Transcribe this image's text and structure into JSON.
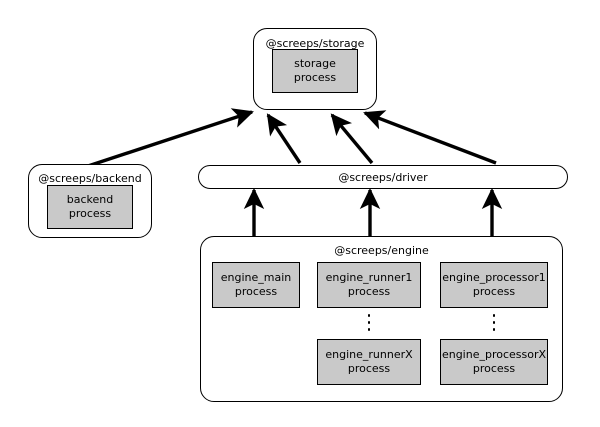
{
  "diagram": {
    "type": "architecture-flow",
    "background_color": "#ffffff",
    "stroke_color": "#000000",
    "process_fill_color": "#c9c9c9",
    "modules": [
      {
        "id": "storage",
        "label": "@screeps/storage",
        "processes": [
          {
            "id": "storage-process",
            "line1": "storage",
            "line2": "process"
          }
        ]
      },
      {
        "id": "backend",
        "label": "@screeps/backend",
        "processes": [
          {
            "id": "backend-process",
            "line1": "backend",
            "line2": "process"
          }
        ]
      },
      {
        "id": "driver",
        "label": "@screeps/driver",
        "processes": []
      },
      {
        "id": "engine",
        "label": "@screeps/engine",
        "processes": [
          {
            "id": "engine-main",
            "line1": "engine_main",
            "line2": "process"
          },
          {
            "id": "engine-runner1",
            "line1": "engine_runner1",
            "line2": "process"
          },
          {
            "id": "engine-processor1",
            "line1": "engine_processor1",
            "line2": "process"
          },
          {
            "id": "engine-runnerX",
            "line1": "engine_runnerX",
            "line2": "process"
          },
          {
            "id": "engine-processorX",
            "line1": "engine_processorX",
            "line2": "process"
          }
        ],
        "ellipses": [
          {
            "id": "runner-ellipsis",
            "glyph": "vertical-ellipsis"
          },
          {
            "id": "processor-ellipsis",
            "glyph": "vertical-ellipsis"
          }
        ]
      }
    ],
    "arrows": [
      {
        "id": "backend-to-storage",
        "from": "backend",
        "to": "storage",
        "direction": "up-right"
      },
      {
        "id": "driver-left-to-storage",
        "from": "driver",
        "to": "storage",
        "direction": "up-right"
      },
      {
        "id": "driver-mid-to-storage",
        "from": "driver",
        "to": "storage",
        "direction": "up-left"
      },
      {
        "id": "driver-right-to-storage",
        "from": "driver",
        "to": "storage",
        "direction": "up-left"
      },
      {
        "id": "engine-main-to-driver",
        "from": "engine",
        "to": "driver",
        "direction": "up"
      },
      {
        "id": "engine-runner-to-driver",
        "from": "engine",
        "to": "driver",
        "direction": "up"
      },
      {
        "id": "engine-processor-to-driver",
        "from": "engine",
        "to": "driver",
        "direction": "up"
      }
    ]
  }
}
